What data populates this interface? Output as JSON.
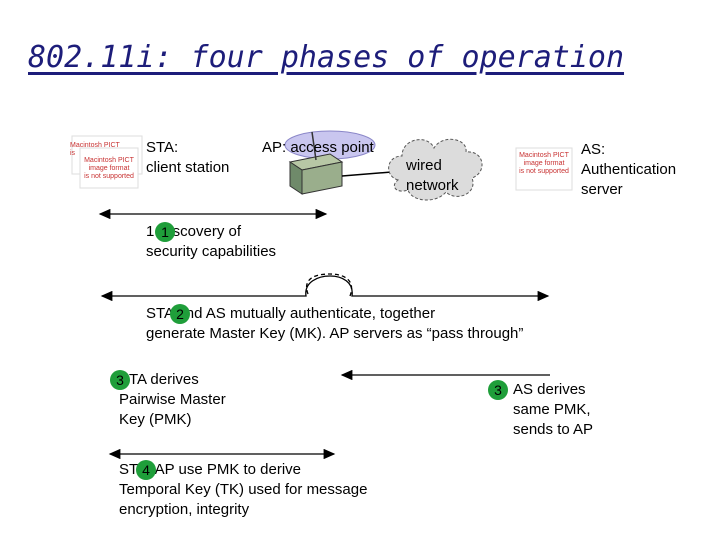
{
  "title": " 802.11i: four phases of operation",
  "sta": {
    "label": "STA:\nclient station",
    "pict_back": "Macintosh PICT\nis",
    "pict_front": "Macintosh PICT\nimage format\nis not supported"
  },
  "ap": {
    "label": "AP: access point"
  },
  "network": {
    "label": "wired\nnetwork"
  },
  "as": {
    "label": "AS:\nAuthentication\n server",
    "pict": "Macintosh PICT\nimage format\nis not supported"
  },
  "phase1": {
    "number": "1",
    "text": "1 Discovery of\nsecurity capabilities"
  },
  "phase2": {
    "number": "2",
    "text": "STA and AS mutually authenticate, together\ngenerate Master Key (MK). AP servers as “pass through”"
  },
  "phase3_sta": {
    "number": "3",
    "text": "STA derives\nPairwise Master\nKey (PMK)"
  },
  "phase3_as": {
    "number": "3",
    "text": "AS derives\nsame PMK,\nsends to AP"
  },
  "phase4": {
    "number": "4",
    "text": "STA, AP use PMK to derive\nTemporal Key (TK) used for message\nencryption, integrity"
  },
  "colors": {
    "title": "#1d1d7a",
    "phase_marker": "#1f9e3a",
    "pict_text": "#c83232",
    "ap_wave": "#c9c6ef",
    "cloud": "#dcdcdc"
  }
}
